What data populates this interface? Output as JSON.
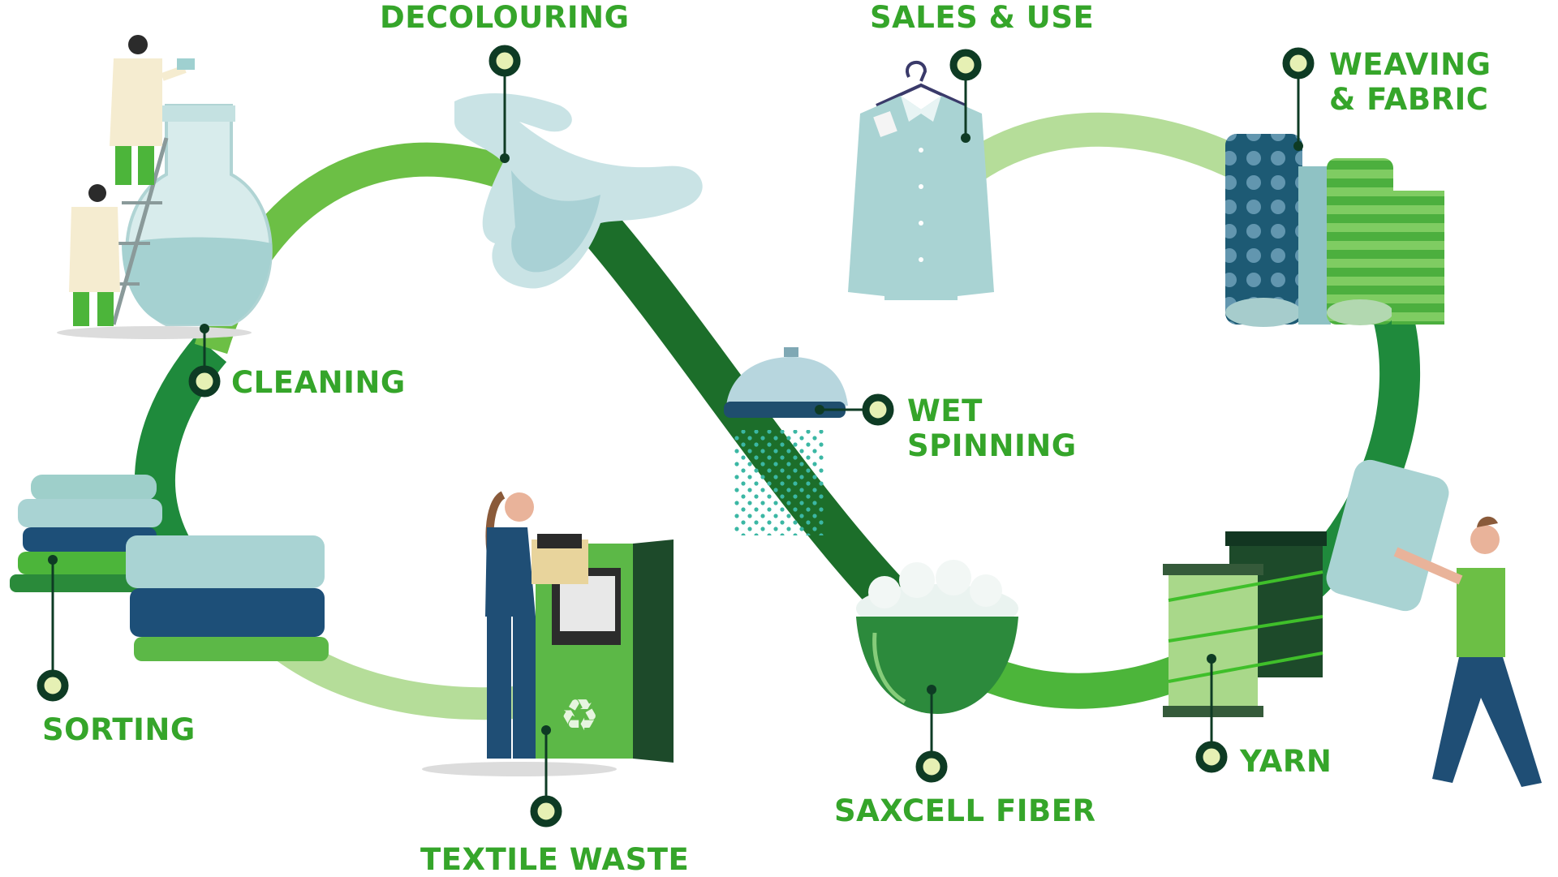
{
  "diagram": {
    "colors": {
      "label": "#35a52a",
      "dark_green": "#1f7a35",
      "mid_green": "#5cb847",
      "light_green": "#a9d88a",
      "marker_ring": "#0e3b24",
      "marker_dot": "#e6f0b4",
      "navy": "#1c4e7a",
      "ice": "#a9d3d3"
    },
    "steps": [
      {
        "id": "decolouring",
        "label": "DECOLOURING",
        "icon": "faucet-splash-icon"
      },
      {
        "id": "sales-use",
        "label": "SALES & USE",
        "icon": "shirt-on-hanger-icon"
      },
      {
        "id": "weaving-fabric",
        "label_line1": "WEAVING",
        "label_line2": "& FABRIC",
        "icon": "fabric-rolls-icon"
      },
      {
        "id": "cleaning",
        "label": "CLEANING",
        "icon": "lab-flask-workers-icon"
      },
      {
        "id": "wet-spinning",
        "label_line1": "WET",
        "label_line2": "SPINNING",
        "icon": "shower-head-icon"
      },
      {
        "id": "sorting",
        "label": "SORTING",
        "icon": "folded-clothes-stack-icon"
      },
      {
        "id": "textile-waste",
        "label": "TEXTILE WASTE",
        "icon": "recycling-bin-icon"
      },
      {
        "id": "saxcell-fiber",
        "label": "SAXCELL FIBER",
        "icon": "fiber-bowl-icon"
      },
      {
        "id": "yarn",
        "label": "YARN",
        "icon": "yarn-spools-icon"
      }
    ]
  }
}
